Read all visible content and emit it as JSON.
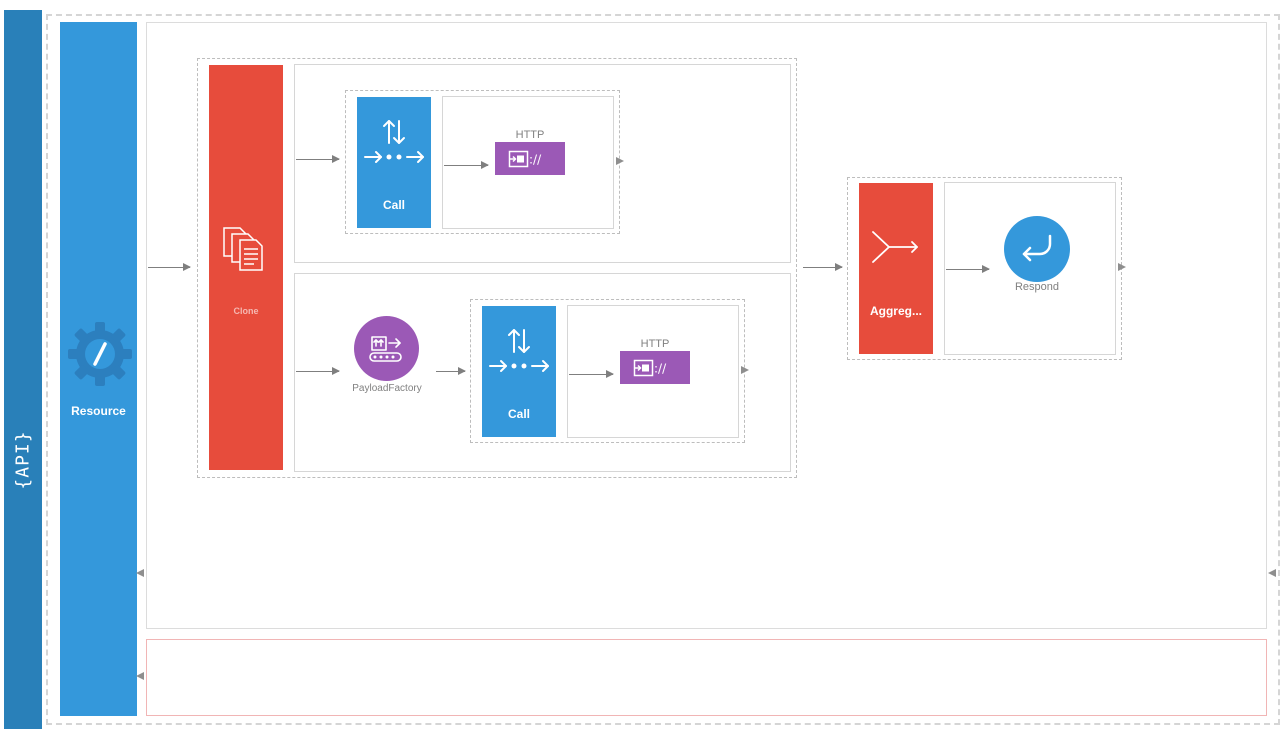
{
  "api": {
    "label": "{API}"
  },
  "resource": {
    "label": "Resource"
  },
  "clone": {
    "label": "Clone"
  },
  "call_1": {
    "label": "Call"
  },
  "http_1": {
    "label": "HTTP"
  },
  "payload_factory": {
    "label": "PayloadFactory"
  },
  "call_2": {
    "label": "Call"
  },
  "http_2": {
    "label": "HTTP"
  },
  "aggregate": {
    "label": "Aggreg..."
  },
  "respond": {
    "label": "Respond"
  },
  "colors": {
    "api_bar": "#2980b9",
    "resource": "#3498db",
    "clone": "#e74c3c",
    "call": "#3498db",
    "http": "#9b59b6",
    "payload_factory": "#9b59b6",
    "aggregate": "#e74c3c",
    "respond": "#3498db"
  }
}
